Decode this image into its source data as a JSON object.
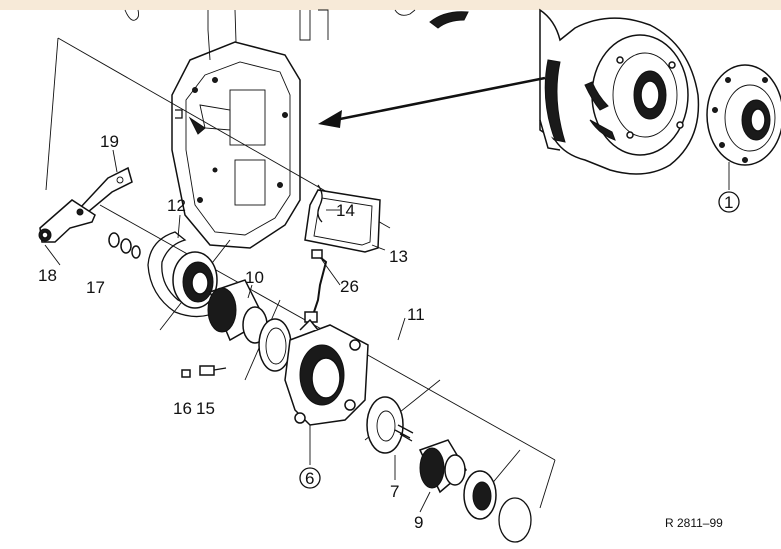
{
  "callouts": {
    "c1": "1",
    "c6": "6",
    "c7": "7",
    "c9": "9",
    "c10": "10",
    "c11": "11",
    "c12": "12",
    "c13": "13",
    "c14": "14",
    "c15": "15",
    "c16": "16",
    "c17": "17",
    "c18": "18",
    "c19": "19",
    "c26": "26"
  },
  "reference_code": "R 2811–99"
}
